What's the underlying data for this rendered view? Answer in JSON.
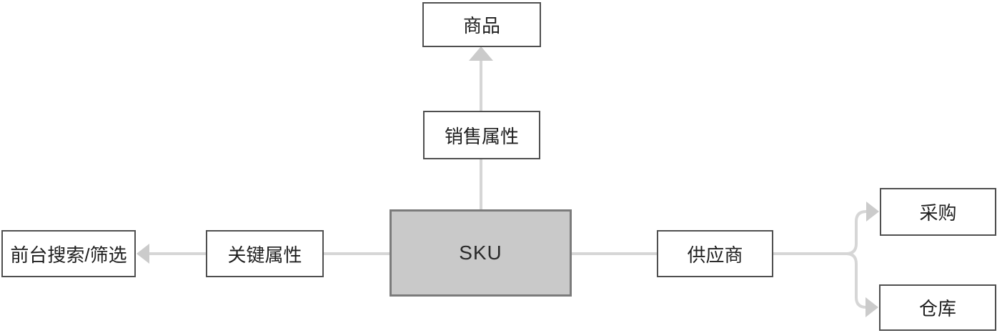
{
  "figure": {
    "background": "#ffffff",
    "line_color": "#d6d6d6",
    "arrow_color": "#cbcbcb",
    "box_border_color": "#4f4f4f",
    "sku_fill": "#c9c9c9",
    "sku_border_color": "#7b7b7b",
    "text_color": "#1f1f1f"
  },
  "nodes": {
    "product": "商品",
    "sales_attribute": "销售属性",
    "sku": "SKU",
    "key_attribute": "关键属性",
    "frontend_search_filter": "前台搜索/筛选",
    "supplier": "供应商",
    "procurement": "采购",
    "warehouse": "仓库"
  },
  "edges": [
    {
      "from": "sku",
      "to": "sales_attribute",
      "arrow": "none"
    },
    {
      "from": "sales_attribute",
      "to": "product",
      "arrow": "up"
    },
    {
      "from": "sku",
      "to": "key_attribute",
      "arrow": "none"
    },
    {
      "from": "key_attribute",
      "to": "frontend_search_filter",
      "arrow": "left"
    },
    {
      "from": "sku",
      "to": "supplier",
      "arrow": "none"
    },
    {
      "from": "supplier",
      "to": "procurement",
      "arrow": "right-up"
    },
    {
      "from": "supplier",
      "to": "warehouse",
      "arrow": "right-down"
    }
  ]
}
